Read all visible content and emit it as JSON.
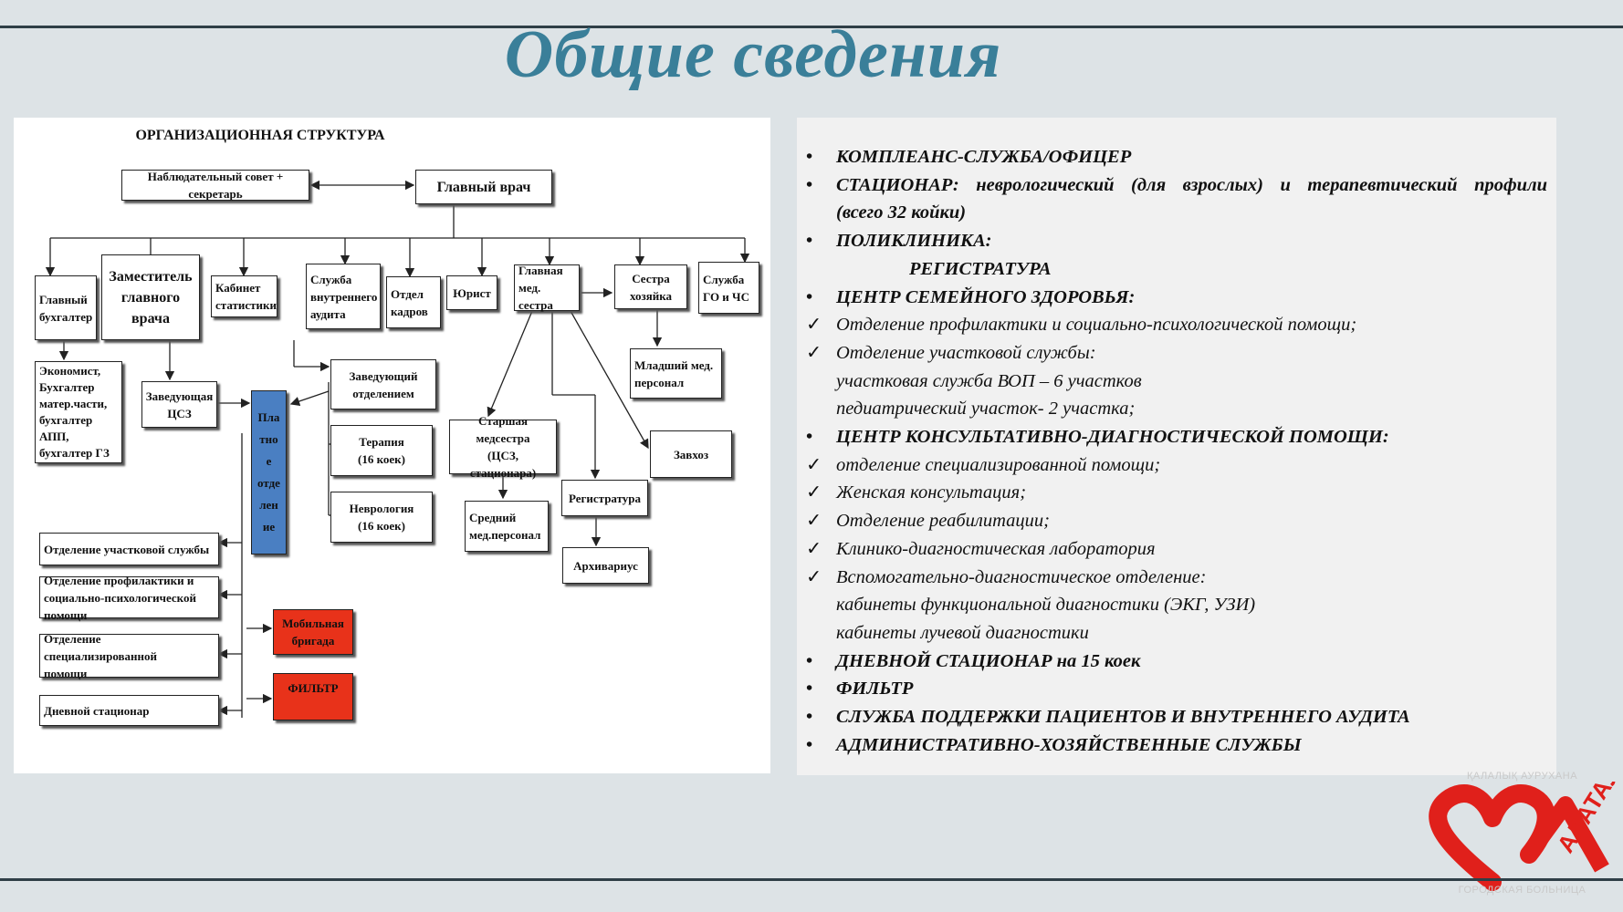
{
  "slide": {
    "title": "Общие сведения",
    "colors": {
      "title": "#3a7f99",
      "paid_dept": "#4a7fc2",
      "alert_box": "#e8321a",
      "rule": "#2f3f47"
    }
  },
  "org_chart": {
    "title": "ОРГАНИЗАЦИОННАЯ СТРУКТУРА",
    "boxes": {
      "supervisory_board": "Наблюдательный совет + секретарь",
      "chief_doctor": "Главный врач",
      "chief_accountant": "Главный\nбухгалтер",
      "deputy_chief": "Заместитель\nглавного\nврача",
      "statistics_office": "Кабинет\nстатистики",
      "internal_audit": "Служба\nвнутреннего\nаудита",
      "hr_department": "Отдел\nкадров",
      "lawyer": "Юрист",
      "head_nurse": "Главная\nмед. сестра",
      "matron": "Сестра\nхозяйка",
      "civil_defense": "Служба\nГО и ЧС",
      "economists": "Экономист,\nБухгалтер\nматер.части,\nбухгалтер АПП,\nбухгалтер ГЗ",
      "head_of_department": "Заведующий\nотделением",
      "head_fhc": "Заведующая\nЦСЗ",
      "paid_department": "Пла\nтно\nе\nотде\nлен\nие",
      "therapy": "Терапия\n(16 коек)",
      "neurology": "Неврология\n(16 коек)",
      "senior_nurse": "Старшая медсестра\n(ЦСЗ, стационара)",
      "junior_staff": "Младший мед.\nперсонал",
      "supply_manager": "Завхоз",
      "registry": "Регистратура",
      "mid_staff": "Средний\nмед.персонал",
      "archivist": "Архивариус",
      "district_service": "Отделение участковой службы",
      "prevention": "Отделение профилактики и\nсоциально-психологической помощи",
      "specialized": "Отделение специализированной\nпомощи",
      "day_hospital": "Дневной стационар",
      "mobile_team": "Мобильная\nбригада",
      "filter": "ФИЛЬТР"
    }
  },
  "services_list": {
    "items": [
      {
        "marker": "•",
        "text": "КОМПЛЕАНС-СЛУЖБА/ОФИЦЕР",
        "bold": true
      },
      {
        "marker": "•",
        "text": "СТАЦИОНАР: неврологический (для взрослых) и терапевтический профили",
        "bold": true
      },
      {
        "marker": "",
        "text": "(всего 32 койки)",
        "bold": true
      },
      {
        "marker": "•",
        "text": "ПОЛИКЛИНИКА:",
        "bold": true
      },
      {
        "marker": "",
        "text": "РЕГИСТРАТУРА",
        "bold": true,
        "indent": true
      },
      {
        "marker": "•",
        "text": " ЦЕНТР СЕМЕЙНОГО ЗДОРОВЬЯ:",
        "bold": true
      },
      {
        "marker": "✓",
        "text": "Отделение профилактики и социально-психологической помощи;",
        "bold": false
      },
      {
        "marker": "✓",
        "text": "Отделение участковой службы:",
        "bold": false
      },
      {
        "marker": "",
        "text": "участковая служба ВОП – 6 участков",
        "bold": false
      },
      {
        "marker": "",
        "text": "педиатрический участок- 2 участка;",
        "bold": false
      },
      {
        "marker": "•",
        "text": "ЦЕНТР КОНСУЛЬТАТИВНО-ДИАГНОСТИЧЕСКОЙ ПОМОЩИ:",
        "bold": true
      },
      {
        "marker": "✓",
        "text": "отделение специализированной помощи;",
        "bold": false
      },
      {
        "marker": "✓",
        "text": "Женская консультация;",
        "bold": false
      },
      {
        "marker": "✓",
        "text": "Отделение реабилитации;",
        "bold": false
      },
      {
        "marker": "✓",
        "text": "Клинико-диагностическая лаборатория",
        "bold": false
      },
      {
        "marker": "✓",
        "text": "Вспомогательно-диагностическое отделение:",
        "bold": false
      },
      {
        "marker": "",
        "text": "кабинеты функциональной диагностики (ЭКГ, УЗИ)",
        "bold": false
      },
      {
        "marker": "",
        "text": "кабинеты лучевой диагностики",
        "bold": false
      },
      {
        "marker": "•",
        "text": " ДНЕВНОЙ СТАЦИОНАР на 15 коек",
        "bold": true
      },
      {
        "marker": "•",
        "text": "ФИЛЬТР",
        "bold": true
      },
      {
        "marker": "•",
        "text": "СЛУЖБА ПОДДЕРЖКИ ПАЦИЕНТОВ И ВНУТРЕННЕГО АУДИТА",
        "bold": true
      },
      {
        "marker": "•",
        "text": "АДМИНИСТРАТИВНО-ХОЗЯЙСТВЕННЫЕ СЛУЖБЫ",
        "bold": true
      }
    ]
  },
  "logo": {
    "top_caption": "ҚАЛАЛЫҚ АУРУХАНА",
    "name": "АЛАТАУ",
    "bottom_caption": "ГОРОДСКАЯ БОЛЬНИЦА",
    "color": "#e0201b"
  }
}
